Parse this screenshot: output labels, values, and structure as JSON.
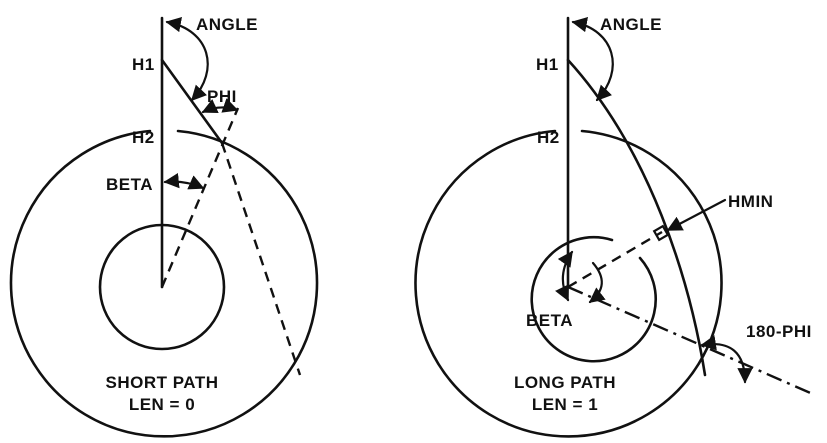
{
  "short_path": {
    "angle_label": "ANGLE",
    "h1_label": "H1",
    "h2_label": "H2",
    "phi_label": "PHI",
    "beta_label": "BETA",
    "caption_line1": "SHORT PATH",
    "caption_line2": "LEN = 0"
  },
  "long_path": {
    "angle_label": "ANGLE",
    "h1_label": "H1",
    "h2_label": "H2",
    "hmin_label": "HMIN",
    "beta_label": "BETA",
    "phi_label": "180-PHI",
    "caption_line1": "LONG PATH",
    "caption_line2": "LEN = 1"
  },
  "colors": {
    "ink": "#111111",
    "background": "#ffffff"
  }
}
